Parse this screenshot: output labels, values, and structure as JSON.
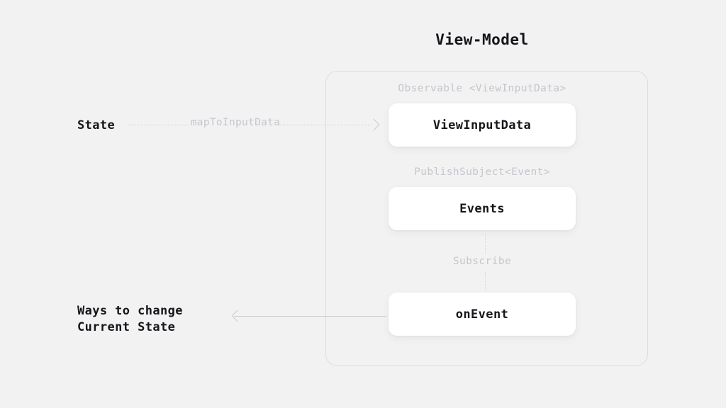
{
  "diagram": {
    "title": "View-Model",
    "background_color": "#f2f2f3",
    "panel": {
      "border_color": "#dddde1"
    },
    "nodes": [
      {
        "id": "viewinputdata",
        "caption": "Observable <ViewInputData>",
        "label": "ViewInputData"
      },
      {
        "id": "events",
        "caption": "PublishSubject<Event>",
        "label": "Events"
      },
      {
        "id": "onevent",
        "label": "onEvent"
      }
    ],
    "connectors": {
      "map_to_input_data": "mapToInputData",
      "subscribe": "Subscribe"
    },
    "side_labels": {
      "state": "State",
      "ways_to_change": "Ways to change\nCurrent State"
    },
    "text_colors": {
      "strong": "#15161a",
      "muted": "#c6c6cc",
      "line": "#d2d2d8"
    }
  }
}
